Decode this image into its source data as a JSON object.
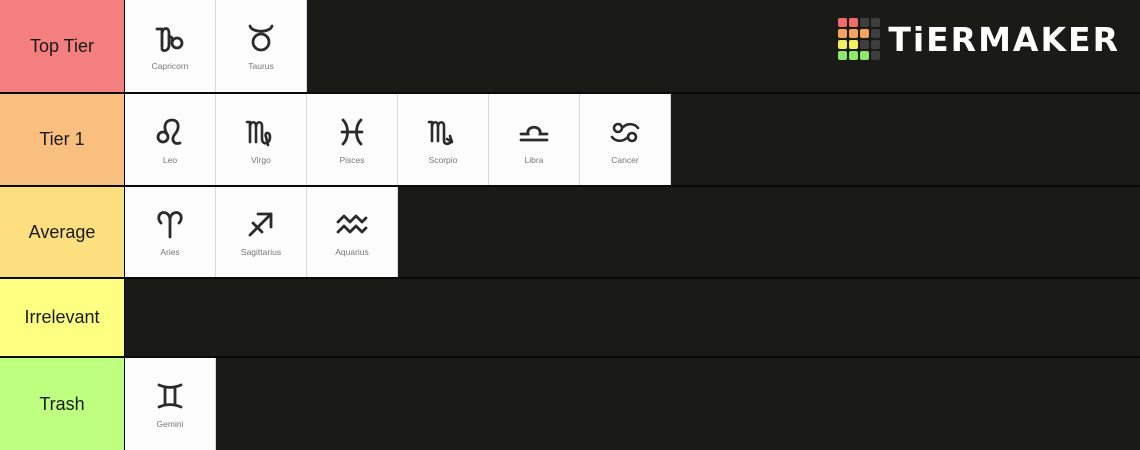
{
  "app": {
    "logo_text": "TiERMAKER"
  },
  "tiers": [
    {
      "label": "Top Tier",
      "color": "#f37f7f",
      "items": [
        {
          "name": "Capricorn",
          "icon": "capricorn-icon"
        },
        {
          "name": "Taurus",
          "icon": "taurus-icon"
        }
      ]
    },
    {
      "label": "Tier 1",
      "color": "#f8bf7f",
      "items": [
        {
          "name": "Leo",
          "icon": "leo-icon"
        },
        {
          "name": "Virgo",
          "icon": "virgo-icon"
        },
        {
          "name": "Pisces",
          "icon": "pisces-icon"
        },
        {
          "name": "Scorpio",
          "icon": "scorpio-icon"
        },
        {
          "name": "Libra",
          "icon": "libra-icon"
        },
        {
          "name": "Cancer",
          "icon": "cancer-icon"
        }
      ]
    },
    {
      "label": "Average",
      "color": "#fddf7f",
      "items": [
        {
          "name": "Aries",
          "icon": "aries-icon"
        },
        {
          "name": "Sagittarius",
          "icon": "sagittarius-icon"
        },
        {
          "name": "Aquarius",
          "icon": "aquarius-icon"
        }
      ]
    },
    {
      "label": "Irrelevant",
      "color": "#fdff80",
      "items": []
    },
    {
      "label": "Trash",
      "color": "#bfff7f",
      "items": [
        {
          "name": "Gemini",
          "icon": "gemini-icon"
        }
      ]
    }
  ],
  "logo_colors": [
    "#f26b6b",
    "#f5a25e",
    "#f2f062",
    "#8fe86a",
    "#3e3e3e"
  ]
}
